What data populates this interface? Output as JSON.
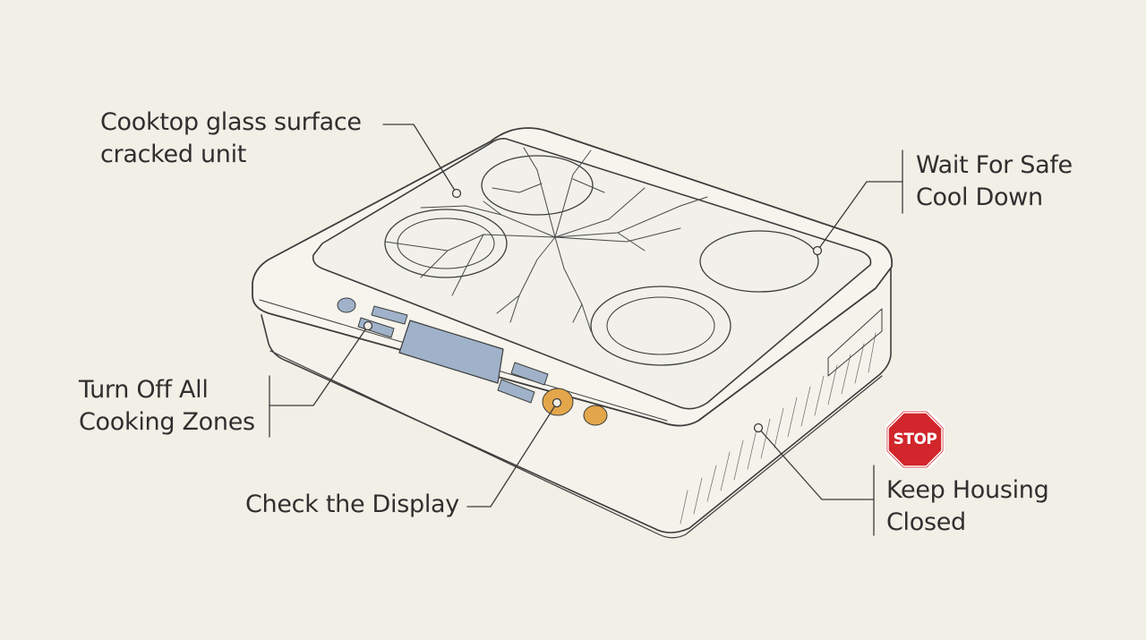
{
  "callouts": {
    "glass_surface": [
      "Cooktop glass surface",
      "cracked unit"
    ],
    "cool_down": [
      "Wait For Safe",
      "Cool Down"
    ],
    "turn_off": [
      "Turn Off All",
      "Cooking Zones"
    ],
    "display": [
      "Check the Display"
    ],
    "housing": [
      "Keep Housing",
      "Closed"
    ]
  },
  "stop_sign": {
    "text": "STOP",
    "color": "#d1262b"
  },
  "colors": {
    "background": "#f1efe6",
    "ink": "#3a3a3a",
    "display_panel": "#9fb2c9",
    "knob": "#e3a64a"
  }
}
